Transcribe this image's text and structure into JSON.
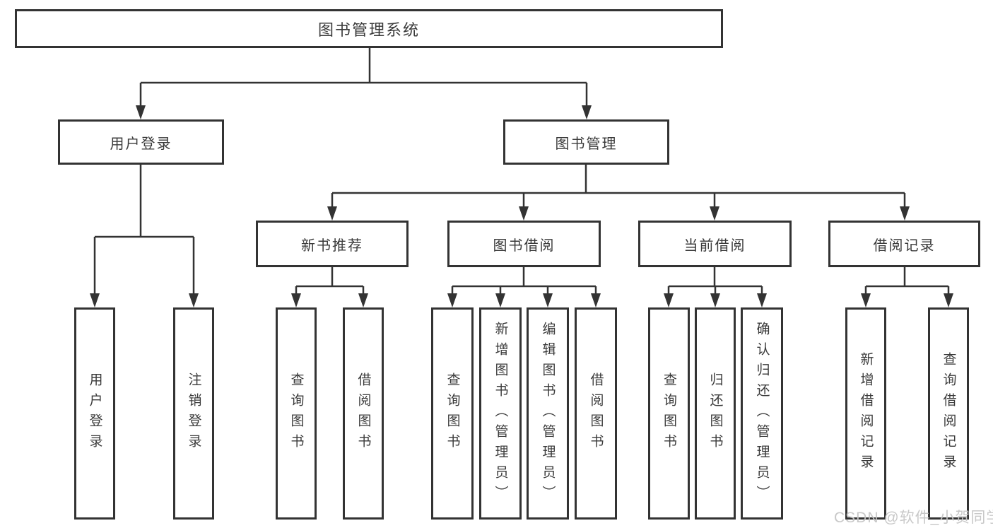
{
  "diagram": {
    "root": {
      "label": "图书管理系统"
    },
    "branches": [
      {
        "label": "用户登录",
        "children": [
          {
            "label": "用户登录"
          },
          {
            "label": "注销登录"
          }
        ]
      },
      {
        "label": "图书管理",
        "children": [
          {
            "label": "新书推荐",
            "children": [
              {
                "label": "查询图书"
              },
              {
                "label": "借阅图书"
              }
            ]
          },
          {
            "label": "图书借阅",
            "children": [
              {
                "label": "查询图书"
              },
              {
                "label": "新增图书（管理员）"
              },
              {
                "label": "编辑图书（管理员）"
              },
              {
                "label": "借阅图书"
              }
            ]
          },
          {
            "label": "当前借阅",
            "children": [
              {
                "label": "查询图书"
              },
              {
                "label": "归还图书"
              },
              {
                "label": "确认归还（管理员）"
              }
            ]
          },
          {
            "label": "借阅记录",
            "children": [
              {
                "label": "新增借阅记录"
              },
              {
                "label": "查询借阅记录"
              }
            ]
          }
        ]
      }
    ]
  },
  "watermark": {
    "text": "CSDN @软件_小贺同学"
  },
  "colors": {
    "line": "#333333",
    "box_border": "#333333",
    "box_fill": "#ffffff",
    "text": "#3a3a3a",
    "watermark": "#c6c6c6"
  }
}
